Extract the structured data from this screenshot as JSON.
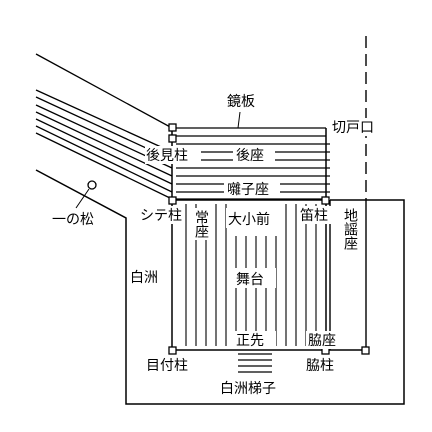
{
  "labels": {
    "kagami_ita": "鏡板",
    "kiri_do_guchi": "切戸口",
    "koken_bashira": "後見柱",
    "koza": "後座",
    "hayashi_za": "囃子座",
    "ichi_no_matsu": "一の松",
    "shite_bashira": "シテ柱",
    "jo_za": "常座",
    "dai_sho_mae": "大小前",
    "fue_bashira": "笛柱",
    "jiutai_za": "地謡座",
    "shirasu": "白洲",
    "butai": "舞台",
    "shosaki": "正先",
    "waki_za": "脇座",
    "metsuke_bashira": "目付柱",
    "waki_bashira": "脇柱",
    "shirasu_bashigo": "白洲梯子"
  }
}
